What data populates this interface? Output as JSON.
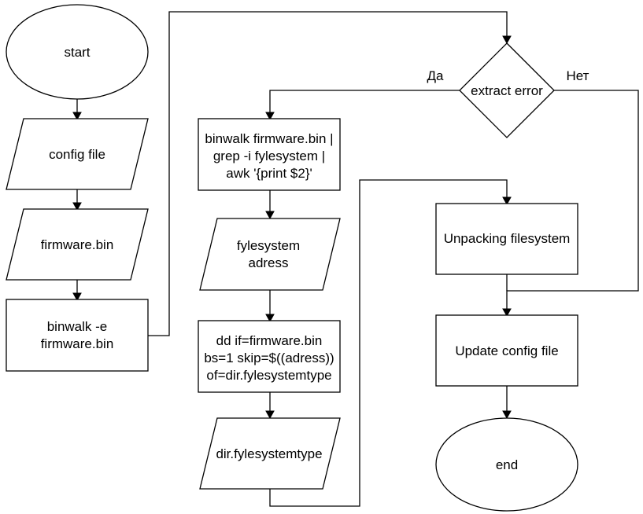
{
  "nodes": {
    "start": "start",
    "config_file": "config file",
    "firmware_bin": "firmware.bin",
    "binwalk_extract": [
      "binwalk -e",
      "firmware.bin"
    ],
    "extract_error": "extract error",
    "branch_yes": "Да",
    "branch_no": "Нет",
    "binwalk_grep": [
      "binwalk firmware.bin |",
      "grep -i fylesystem |",
      "awk '{print $2}'"
    ],
    "filesystem_address": [
      "fylesystem",
      "adress"
    ],
    "dd_command": [
      "dd if=firmware.bin",
      "bs=1 skip=$((adress))",
      "of=dir.fylesystemtype"
    ],
    "dir_filesystem_type": "dir.fylesystemtype",
    "unpacking_filesystem": "Unpacking filesystem",
    "update_config": "Update config file",
    "end": "end"
  }
}
